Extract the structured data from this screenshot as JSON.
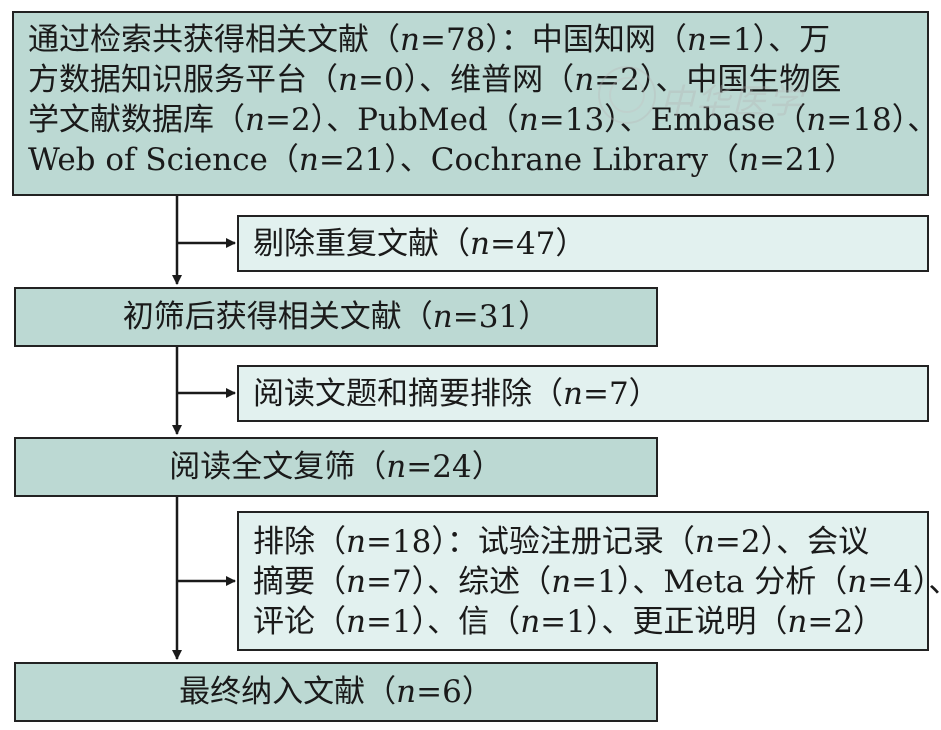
{
  "flow": {
    "search_box": {
      "lines": [
        "通过检索共获得相关文献（n=78）：中国知网（n=1）、万",
        "方数据知识服务平台（n=0）、维普网（n=2）、中国生物医",
        "学文献数据库（n=2）、PubMed（n=13）、Embase（n=18）、",
        "Web of Science（n=21）、Cochrane Library（n=21）"
      ]
    },
    "exclude_duplicates": "剔除重复文献（n=47）",
    "after_screening": "初筛后获得相关文献（n=31）",
    "exclude_title_abstract": "阅读文题和摘要排除（n=7）",
    "fulltext_review": "阅读全文复筛（n=24）",
    "exclude_fulltext": {
      "lines": [
        "排除（n=18）：试验注册记录（n=2）、会议",
        "摘要（n=7）、综述（n=1）、Meta 分析（n=4）、",
        "评论（n=1）、信（n=1）、更正说明（n=2）"
      ]
    },
    "final_included": "最终纳入文献（n=6）"
  },
  "watermark": {
    "text": "中华医学"
  },
  "colors": {
    "main_box_fill": "#bcd9d3",
    "side_box_fill": "#e2f1ef",
    "border": "#222222"
  }
}
